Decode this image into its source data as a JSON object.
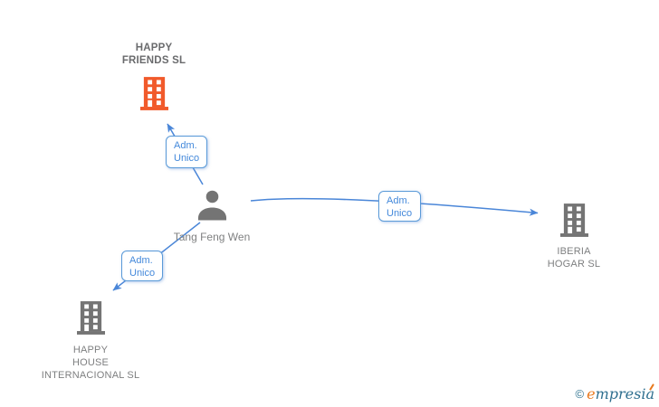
{
  "colors": {
    "accent_blue": "#4a86d8",
    "box_border_blue": "#5a9ad8",
    "box_text_blue": "#4489db",
    "highlight_orange": "#f15a2b",
    "node_gray": "#747474",
    "text_gray": "#7e7f80",
    "main_text_gray": "#6a6b6d",
    "logo_teal": "#2f6f8f",
    "logo_orange": "#e8791e"
  },
  "diagram": {
    "person": {
      "name": "Tang Feng Wen"
    },
    "companies": [
      {
        "id": "happy-friends",
        "name_lines": [
          "HAPPY",
          "FRIENDS SL"
        ],
        "highlighted": true
      },
      {
        "id": "iberia-hogar",
        "name_lines": [
          "IBERIA",
          "HOGAR SL"
        ],
        "highlighted": false
      },
      {
        "id": "happy-house",
        "name_lines": [
          "HAPPY",
          "HOUSE",
          "INTERNACIONAL SL"
        ],
        "highlighted": false
      }
    ],
    "relationships": [
      {
        "from": "Tang Feng Wen",
        "to": "HAPPY FRIENDS SL",
        "label_lines": [
          "Adm.",
          "Unico"
        ]
      },
      {
        "from": "Tang Feng Wen",
        "to": "IBERIA HOGAR SL",
        "label_lines": [
          "Adm.",
          "Unico"
        ]
      },
      {
        "from": "Tang Feng Wen",
        "to": "HAPPY HOUSE INTERNACIONAL SL",
        "label_lines": [
          "Adm.",
          "Unico"
        ]
      }
    ]
  },
  "footer": {
    "copyright_symbol": "©",
    "brand_first_letter": "e",
    "brand_rest": "mpresia"
  }
}
